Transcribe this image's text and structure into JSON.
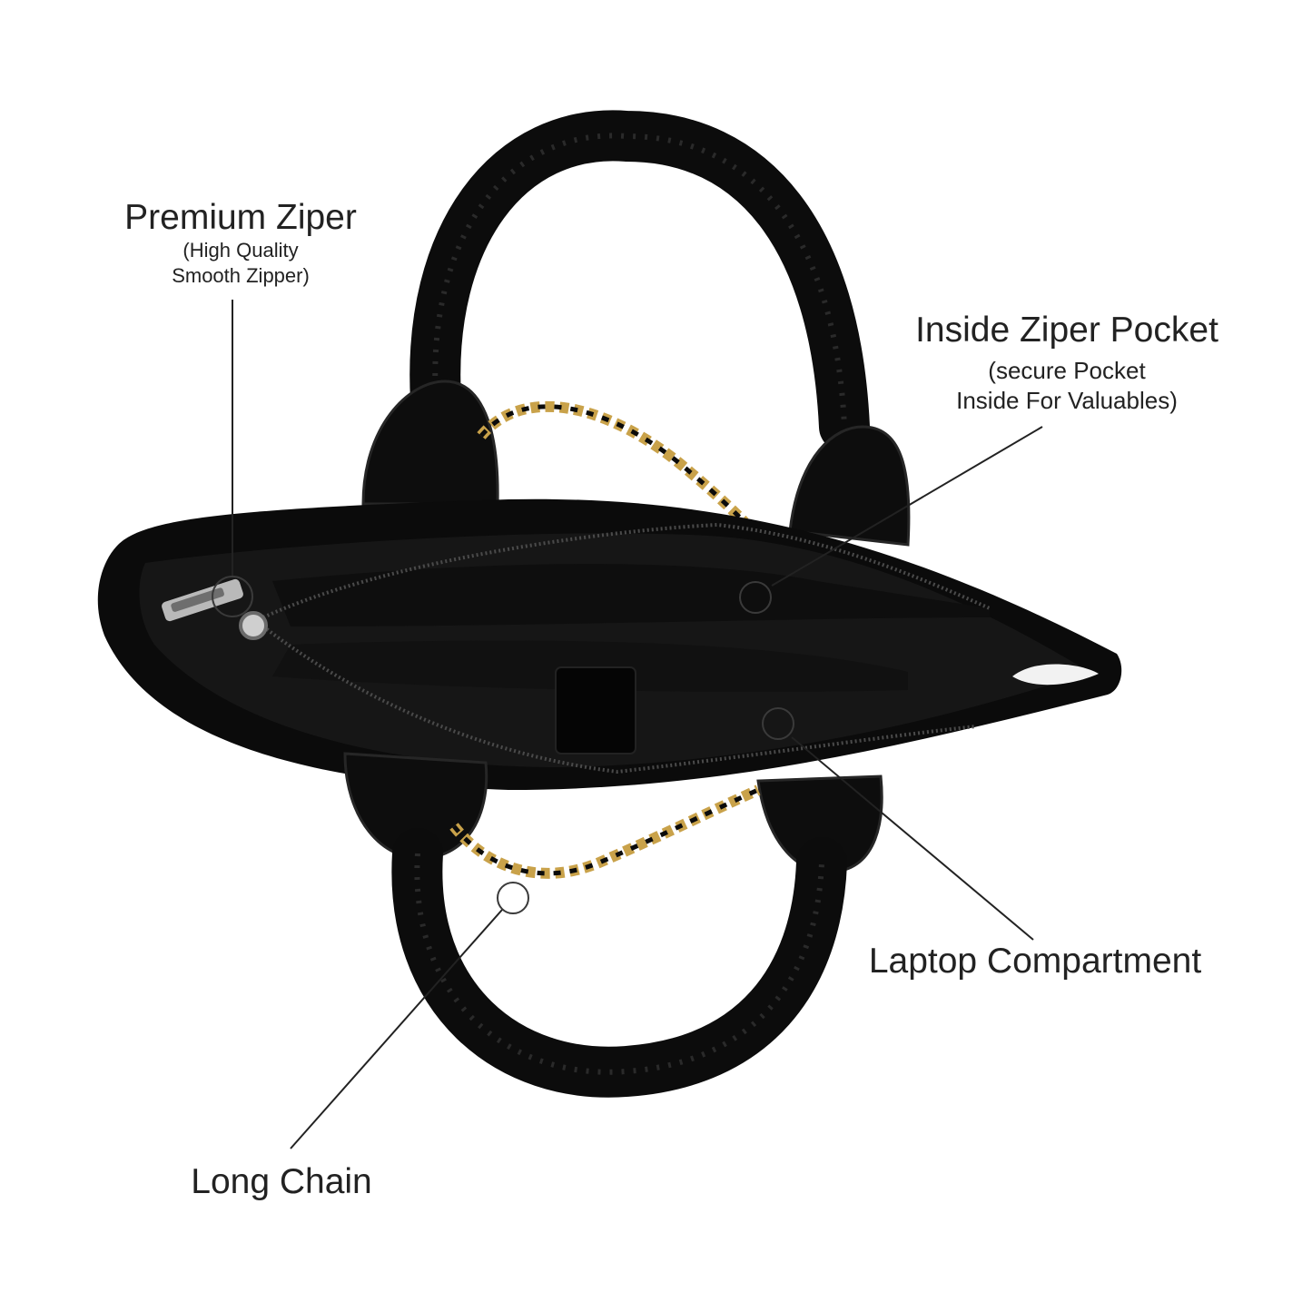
{
  "callouts": {
    "premium_zipper": {
      "title": "Premium Ziper",
      "subtitle": "(High Quality\nSmooth Zipper)"
    },
    "inside_pocket": {
      "title": "Inside Ziper Pocket",
      "subtitle": "(secure Pocket\nInside For Valuables)"
    },
    "laptop": {
      "title": "Laptop Compartment"
    },
    "chain": {
      "title": "Long Chain"
    }
  },
  "colors": {
    "bag": "#0b0b0b",
    "lining": "#151515",
    "chain": "#c9a24a",
    "leader_line": "#222222"
  },
  "icons": [
    "zipper-pull-icon",
    "callout-marker"
  ]
}
